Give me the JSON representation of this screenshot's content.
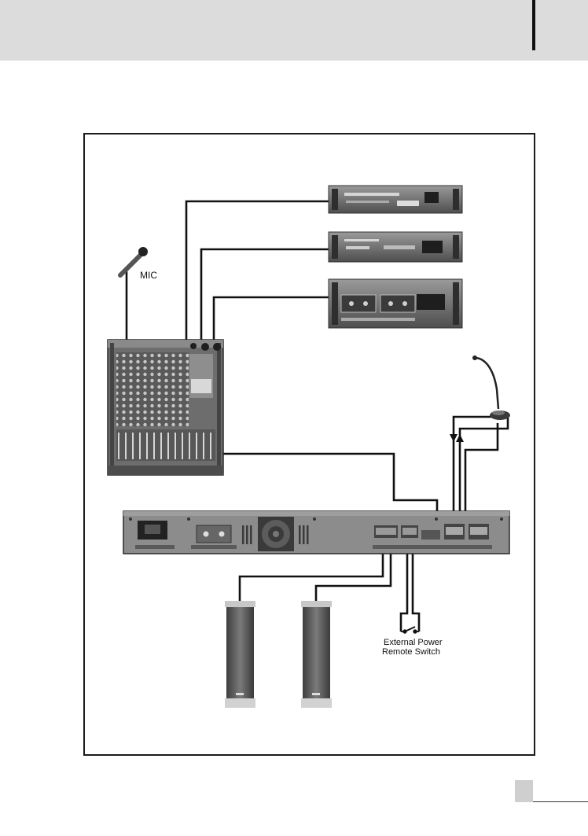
{
  "labels": {
    "mic": "MIC",
    "remote_line1": "External Power",
    "remote_line2": "Remote Switch"
  },
  "colors": {
    "header_band": "#dcdcdc",
    "cable": "#111111",
    "device_body": "#6b6b6b",
    "device_panel": "#4a4a4a",
    "speaker": "#5e5e5e"
  }
}
